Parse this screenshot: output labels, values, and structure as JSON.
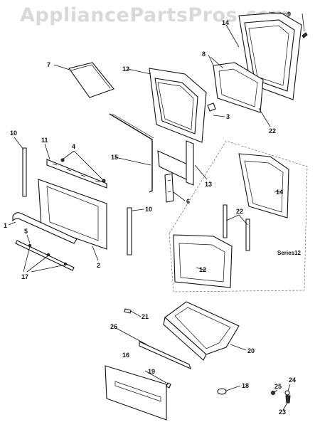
{
  "watermark": "AppliancePartsPros.com",
  "callouts": {
    "c9": "9",
    "c14a": "14",
    "c7": "7",
    "c12a": "12",
    "c8": "8",
    "c3": "3",
    "c22a": "22",
    "c10a": "10",
    "c11": "11",
    "c4": "4",
    "c15": "15",
    "c13": "13",
    "c6": "6",
    "c10b": "10",
    "c1": "1",
    "c5": "5",
    "c2": "2",
    "c17": "17",
    "c14b": "14",
    "c22b": "22",
    "c12b": "12",
    "c21": "21",
    "c26": "26",
    "c20": "20",
    "c16": "16",
    "c19": "19",
    "c25": "25",
    "c24": "24",
    "c18": "18",
    "c23": "23"
  },
  "series_label": "Series12"
}
